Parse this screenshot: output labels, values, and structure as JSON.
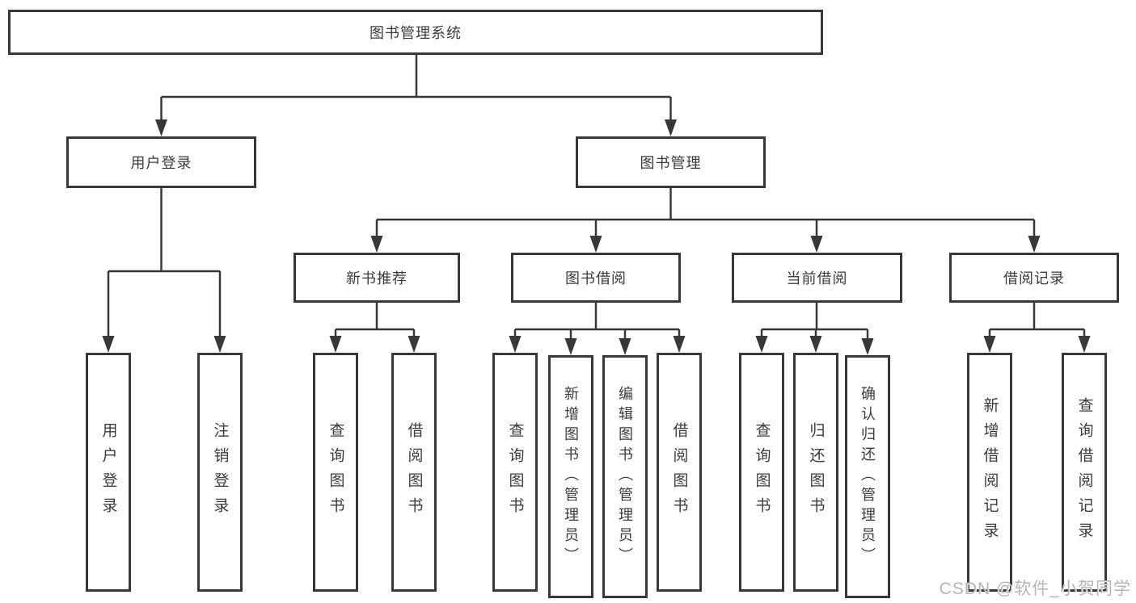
{
  "colors": {
    "line": "#383838",
    "border": "#383838",
    "text": "#3b3b3b",
    "background": "#ffffff",
    "watermark": "#b5b5b5"
  },
  "watermark": {
    "text": "CSDN @软件_小贺同学"
  },
  "diagram": {
    "root": {
      "label": "图书管理系统"
    },
    "level2": [
      {
        "label": "用户登录",
        "parent": "图书管理系统"
      },
      {
        "label": "图书管理",
        "parent": "图书管理系统"
      }
    ],
    "level3": [
      {
        "label": "新书推荐",
        "parent": "图书管理"
      },
      {
        "label": "图书借阅",
        "parent": "图书管理"
      },
      {
        "label": "当前借阅",
        "parent": "图书管理"
      },
      {
        "label": "借阅记录",
        "parent": "图书管理"
      }
    ],
    "leaves": [
      {
        "label": "用户登录",
        "parent": "用户登录"
      },
      {
        "label": "注销登录",
        "parent": "用户登录"
      },
      {
        "label": "查询图书",
        "parent": "新书推荐"
      },
      {
        "label": "借阅图书",
        "parent": "新书推荐"
      },
      {
        "label": "查询图书",
        "parent": "图书借阅"
      },
      {
        "label": "新增图书（管理员）",
        "parent": "图书借阅"
      },
      {
        "label": "编辑图书（管理员）",
        "parent": "图书借阅"
      },
      {
        "label": "借阅图书",
        "parent": "图书借阅"
      },
      {
        "label": "查询图书",
        "parent": "当前借阅"
      },
      {
        "label": "归还图书",
        "parent": "当前借阅"
      },
      {
        "label": "确认归还（管理员）",
        "parent": "当前借阅"
      },
      {
        "label": "新增借阅记录",
        "parent": "借阅记录"
      },
      {
        "label": "查询借阅记录",
        "parent": "借阅记录"
      }
    ]
  }
}
